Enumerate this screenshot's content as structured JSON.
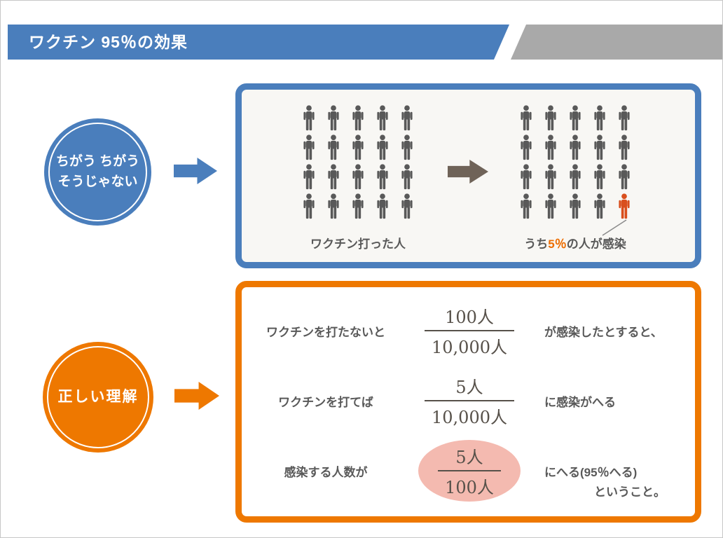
{
  "header": {
    "title": "ワクチン 95％の効果"
  },
  "misconception": {
    "line1": "ちがう ちがう",
    "line2": "そうじゃない"
  },
  "correct": {
    "label": "正しい理解"
  },
  "top_box": {
    "vaccinated": {
      "count": 20,
      "infected_count": 0,
      "label": "ワクチン打った人"
    },
    "infected": {
      "count": 20,
      "infected_count": 1,
      "label_prefix": "うち",
      "label_highlight": "5％",
      "label_suffix": "の人が感染"
    }
  },
  "bottom_box": {
    "rows": [
      {
        "left": "ワクチンを打たないと",
        "numerator": "100人",
        "denominator": "10,000人",
        "right": "が感染したとすると、",
        "highlight": false
      },
      {
        "left": "ワクチンを打てば",
        "numerator": "5人",
        "denominator": "10,000人",
        "right": "に感染がへる",
        "highlight": false
      },
      {
        "left": "感染する人数が",
        "numerator": "5人",
        "denominator": "100人",
        "right": "にへる(95％へる)",
        "highlight": true
      }
    ],
    "footer": "ということ。"
  },
  "colors": {
    "blue": "#4a7ebc",
    "orange": "#ee7800",
    "gray_bar": "#a9a9a9",
    "person": "#595959",
    "infected": "#d94f1d",
    "text": "#595959",
    "pink": "#f4bab0",
    "dark_arrow": "#6f6358",
    "frac_text": "#57514a",
    "leader": "#8a8a8a",
    "highlight": "#ed6d00"
  }
}
